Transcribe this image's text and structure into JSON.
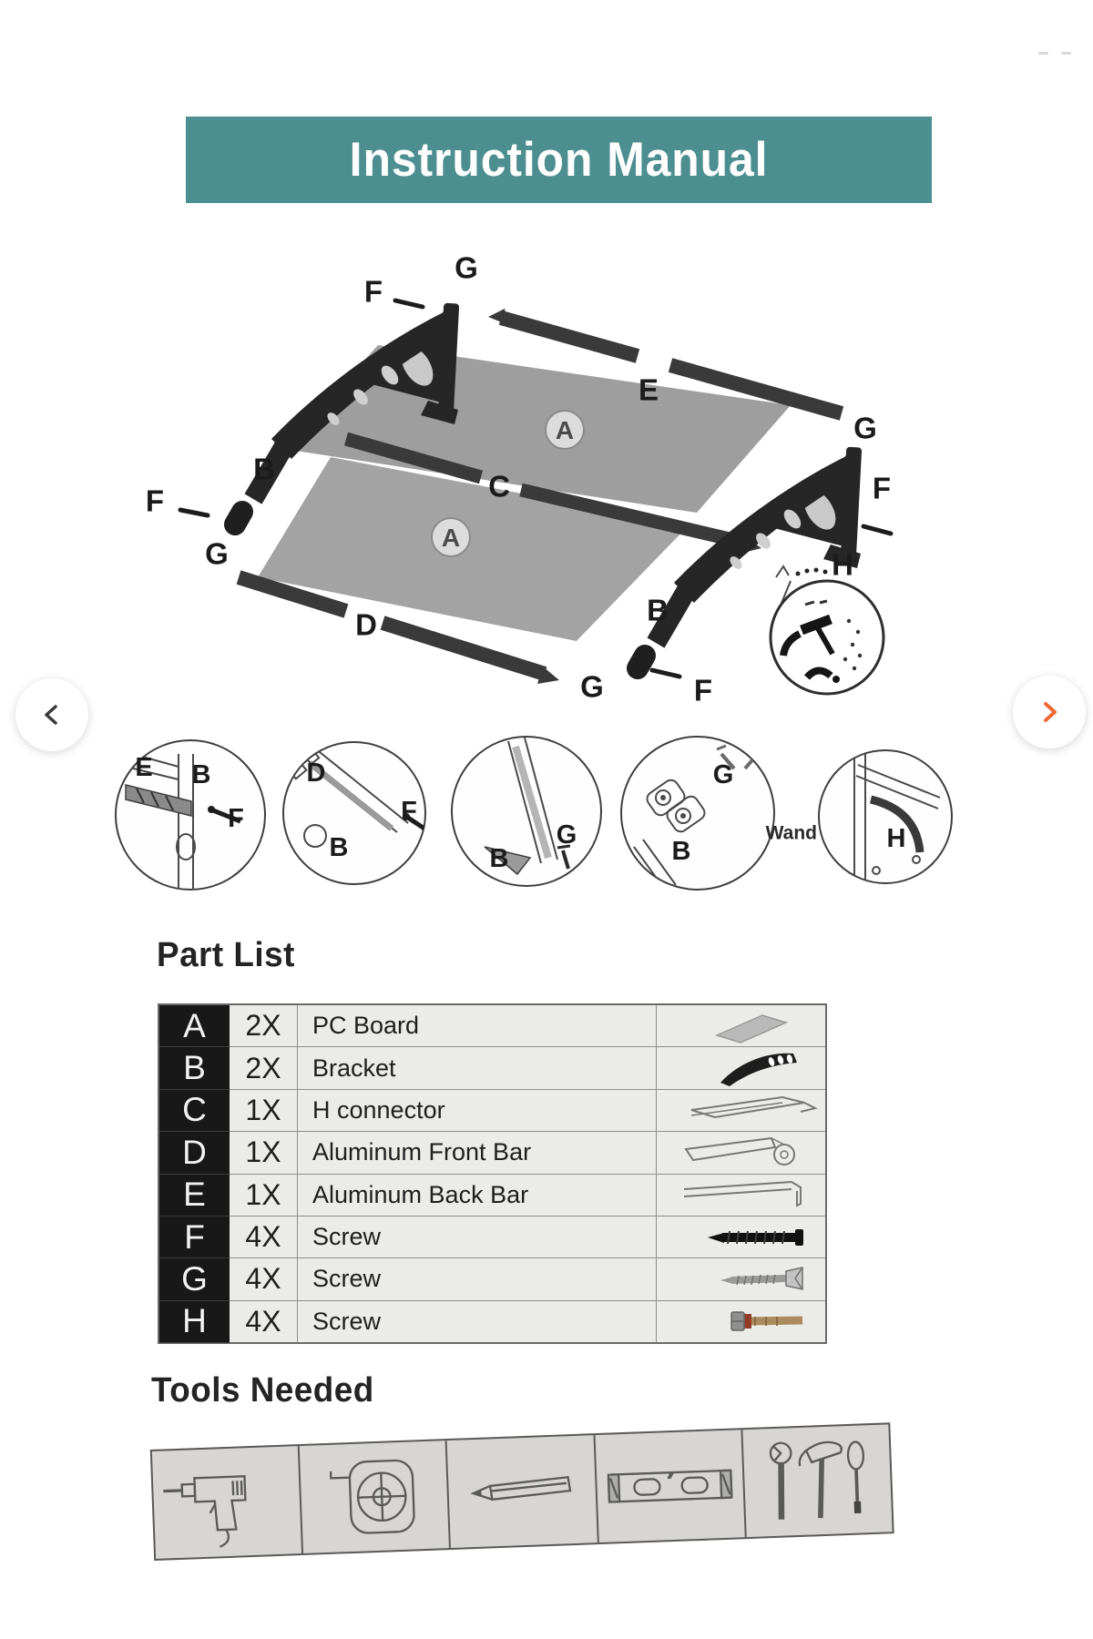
{
  "header": {
    "title": "Instruction Manual",
    "bg_color": "#4d8f90",
    "text_color": "#ffffff"
  },
  "carousel": {
    "prev_icon": "chevron-left",
    "next_icon": "chevron-right",
    "prev_color": "#3a3a3a",
    "next_color": "#ed6a35"
  },
  "diagram": {
    "labels": [
      "G",
      "F",
      "E",
      "G",
      "F",
      "C",
      "B",
      "F",
      "G",
      "D",
      "G",
      "F",
      "B",
      "H",
      "A",
      "A"
    ],
    "detail_labels": [
      "E",
      "B",
      "F",
      "D",
      "F",
      "B",
      "B",
      "G",
      "G",
      "B",
      "H"
    ],
    "wand_label": "Wand",
    "colors": {
      "panel": "#9e9e9e",
      "bar": "#3a3a3a",
      "bracket": "#262626"
    }
  },
  "part_list": {
    "heading": "Part List",
    "rows": [
      {
        "letter": "A",
        "qty": "2X",
        "name": "PC Board",
        "icon": "pc-board-icon"
      },
      {
        "letter": "B",
        "qty": "2X",
        "name": "Bracket",
        "icon": "bracket-icon"
      },
      {
        "letter": "C",
        "qty": "1X",
        "name": "H connector",
        "icon": "h-connector-icon"
      },
      {
        "letter": "D",
        "qty": "1X",
        "name": "Aluminum Front Bar",
        "icon": "front-bar-icon"
      },
      {
        "letter": "E",
        "qty": "1X",
        "name": "Aluminum Back Bar",
        "icon": "back-bar-icon"
      },
      {
        "letter": "F",
        "qty": "4X",
        "name": "Screw",
        "icon": "screw-black-icon"
      },
      {
        "letter": "G",
        "qty": "4X",
        "name": "Screw",
        "icon": "screw-silver-icon"
      },
      {
        "letter": "H",
        "qty": "4X",
        "name": "Screw",
        "icon": "anchor-bolt-icon"
      }
    ]
  },
  "tools": {
    "heading": "Tools Needed",
    "items": [
      "drill",
      "tape-measure",
      "pencil",
      "spirit-level",
      "hand-tools"
    ]
  }
}
